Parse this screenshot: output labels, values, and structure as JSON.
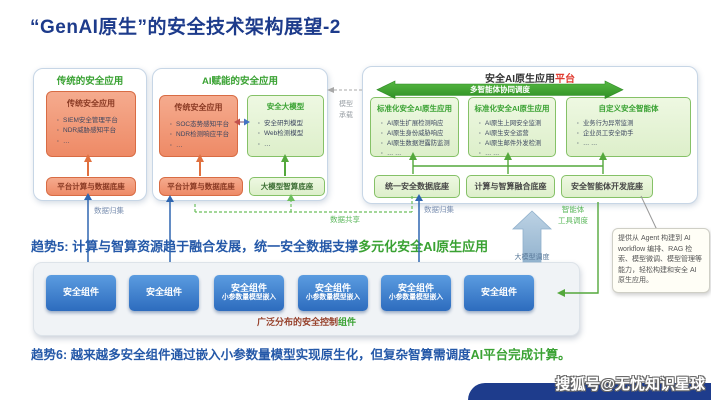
{
  "title": "“GenAI原生”的安全技术架构展望-2",
  "watermark": "搜狐号@无忧知识星球",
  "left_panel": {
    "title": "传统的安全应用",
    "app": {
      "title": "传统安全应用",
      "bullets": [
        "SIEM安全管理平台",
        "NDR威胁感知平台",
        "…"
      ]
    },
    "base": "平台计算与数据底座"
  },
  "mid_panel": {
    "title": "AI赋能的安全应用",
    "app": {
      "title": "传统安全应用",
      "bullets": [
        "SOC态势感知平台",
        "NDR检测响应平台",
        "…"
      ]
    },
    "model": {
      "title": "安全大模型",
      "bullets": [
        "安全研判模型",
        "Web检测模型",
        "…"
      ]
    },
    "base": "平台计算与数据底座",
    "ai_base": "大模型智算底座"
  },
  "right_panel": {
    "title": "安全AI原生应用",
    "title_accent": "平台",
    "orchestration": "多智能体协同调度",
    "boxes": [
      {
        "title": "标准化安全AI原生应用",
        "bullets": [
          "AI原生扩展检测响应",
          "AI原生身份威胁响应",
          "AI原生数据泄露防监测",
          "… …"
        ]
      },
      {
        "title": "标准化安全AI原生应用",
        "bullets": [
          "AI原生上网安全监测",
          "AI原生安全运营",
          "AI原生邮件外发检测",
          "… …"
        ]
      },
      {
        "title": "自定义安全智能体",
        "bullets": [
          "业务行为异常监测",
          "企业员工安全助手",
          "… …"
        ]
      }
    ],
    "bases": [
      "统一安全数据底座",
      "计算与智算融合底座",
      "安全智能体开发底座"
    ]
  },
  "flows": {
    "data_collect_left": "数据归集",
    "data_collect_right": "数据归集",
    "data_share": "数据共享",
    "model_host_l1": "模型",
    "model_host_l2": "承载",
    "llm_schedule": "大模型调度",
    "agent_tool_l1": "智能体",
    "agent_tool_l2": "工具调度"
  },
  "components": {
    "label": "安全组件",
    "embed": "小参数量模型嵌入",
    "caption": "广泛分布的安全控制",
    "caption_accent": "组件"
  },
  "trends": {
    "t5": "趋势5: 计算与智算资源趋于融合发展，统一安全数据支撑",
    "t5_accent": "多元化安全AI原生应用",
    "t6": "趋势6: 越来越多安全组件通过嵌入小参数量模型实现原生化，但复杂智算需调度",
    "t6_accent": "AI平台完成计算。"
  },
  "callout": "提供从 Agent 构建到 AI workflow 编排、RAG 检索、模型微调、模型管理等能力，轻松构建和安全 AI 原生应用。",
  "colors": {
    "accent_blue": "#1d3b8b",
    "accent_green": "#3aa233",
    "box_orange": "#ee8a66",
    "button_blue": "#2d6cbe",
    "title_red": "#e03c31"
  }
}
